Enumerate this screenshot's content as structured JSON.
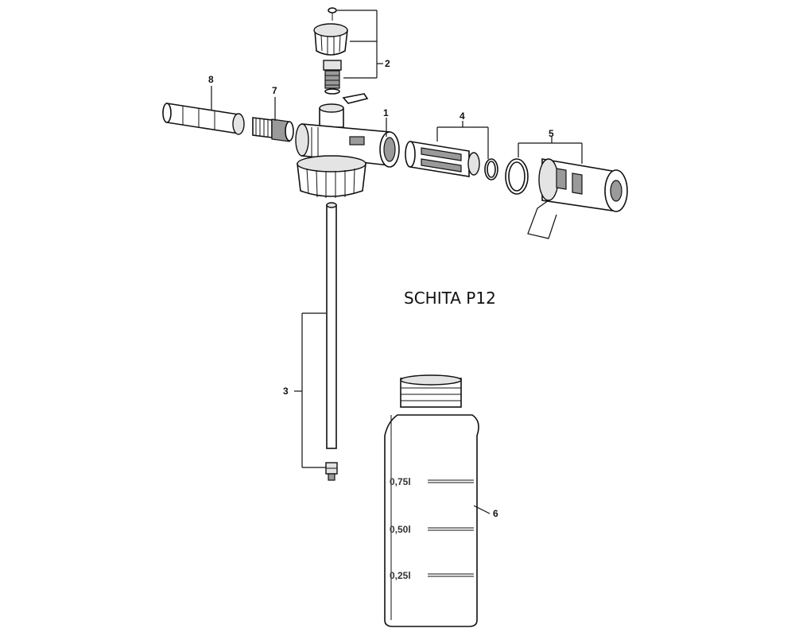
{
  "title": "SCHITA P12",
  "callouts": {
    "c1": "1",
    "c2": "2",
    "c3": "3",
    "c4": "4",
    "c5": "5",
    "c6": "6",
    "c7": "7",
    "c8": "8"
  },
  "bottle_scale": {
    "mark_075": "0,75l",
    "mark_050": "0,50l",
    "mark_025": "0,25l"
  }
}
